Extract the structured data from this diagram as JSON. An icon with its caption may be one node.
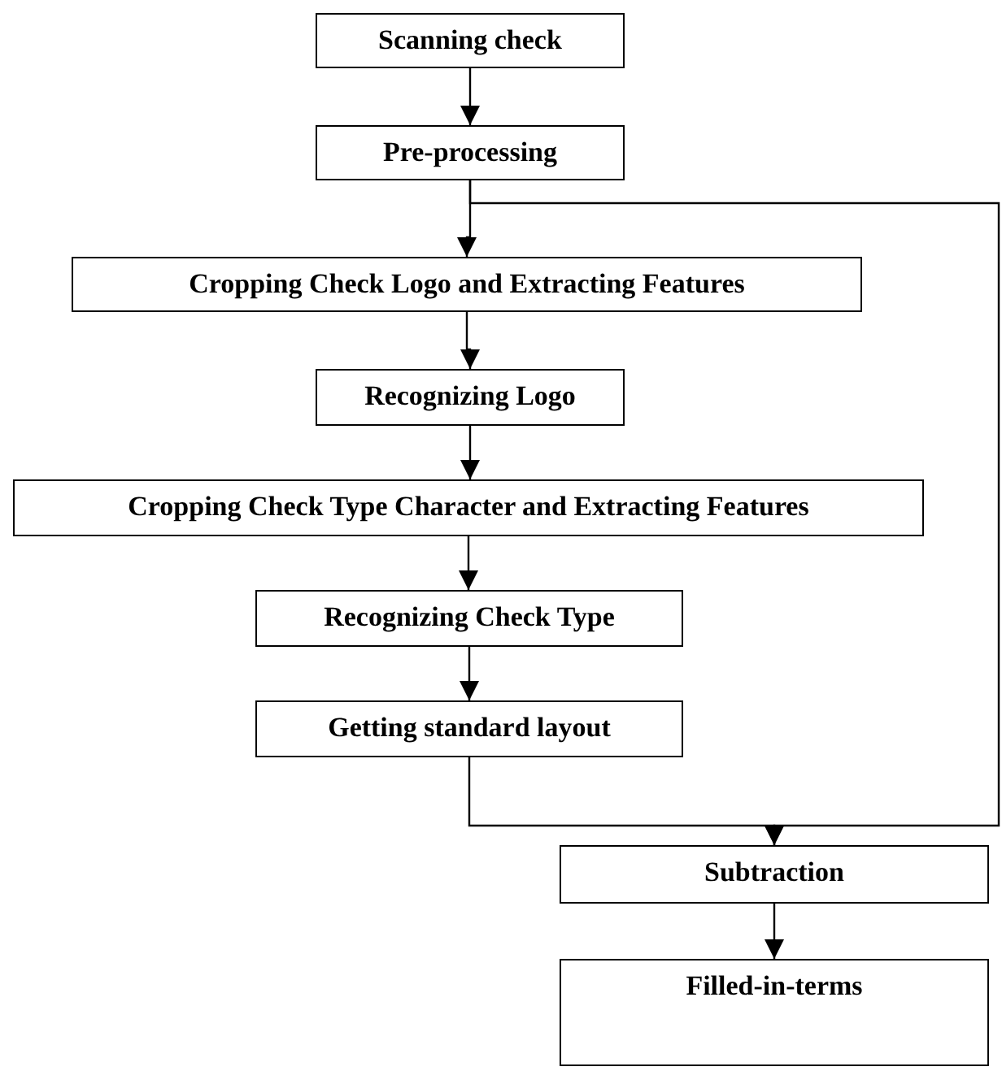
{
  "diagram": {
    "nodes": [
      {
        "text": [
          "Scanning check"
        ]
      },
      {
        "text": [
          "Pre-processing"
        ]
      },
      {
        "text": [
          "Cropping Check Logo and Extracting Features"
        ]
      },
      {
        "text": [
          "Recognizing Logo"
        ]
      },
      {
        "text": [
          "Cropping Check Type Character and Extracting Features"
        ]
      },
      {
        "text": [
          "Recognizing Check Type"
        ]
      },
      {
        "text": [
          "Getting standard layout"
        ]
      },
      {
        "text": [
          "Subtraction"
        ]
      },
      {
        "text": [
          "Filled-in-terms"
        ]
      }
    ],
    "edges": [
      {
        "from": 0,
        "to": 1,
        "arrow": "to"
      },
      {
        "from": 1,
        "to": 2,
        "arrow": "to"
      },
      {
        "from": 2,
        "to": 3,
        "arrow": "to"
      },
      {
        "from": 3,
        "to": 4,
        "arrow": "to"
      },
      {
        "from": 4,
        "to": 5,
        "arrow": "to"
      },
      {
        "from": 5,
        "to": 6,
        "arrow": "to"
      },
      {
        "from": 1,
        "to": 7,
        "arrow": "to"
      },
      {
        "from": 6,
        "to": 7,
        "arrow": "to"
      },
      {
        "from": 7,
        "to": 8,
        "arrow": "to"
      }
    ]
  }
}
